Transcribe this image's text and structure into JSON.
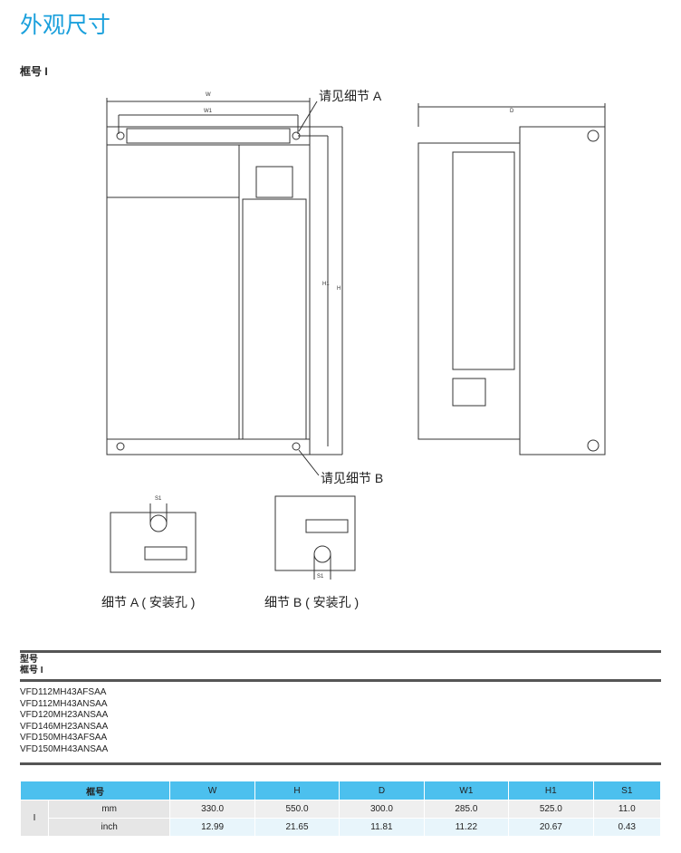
{
  "title": "外观尺寸",
  "frame_label": "框号 I",
  "drawing": {
    "dim_w": "W",
    "dim_w1": "W1",
    "dim_h": "H",
    "dim_h1": "H1",
    "dim_d": "D",
    "dim_s1": "S1",
    "callout_a": "请见细节 A",
    "callout_b": "请见细节 B",
    "detail_a_caption": "细节 A ( 安装孔 )",
    "detail_b_caption": "细节 B ( 安装孔 )"
  },
  "models": {
    "header1": "型号",
    "header2": "框号 I",
    "items": [
      "VFD112MH43AFSAA",
      "VFD112MH43ANSAA",
      "VFD120MH23ANSAA",
      "VFD146MH23ANSAA",
      "VFD150MH43AFSAA",
      "VFD150MH43ANSAA"
    ]
  },
  "dim_table": {
    "headers": [
      "框号",
      "W",
      "H",
      "D",
      "W1",
      "H1",
      "S1"
    ],
    "frame": "I",
    "rows": [
      {
        "unit": "mm",
        "values": [
          "330.0",
          "550.0",
          "300.0",
          "285.0",
          "525.0",
          "11.0"
        ]
      },
      {
        "unit": "inch",
        "values": [
          "12.99",
          "21.65",
          "11.81",
          "11.22",
          "20.67",
          "0.43"
        ]
      }
    ]
  },
  "colors": {
    "accent": "#1aa0dc",
    "table_header": "#4cc0ee"
  }
}
